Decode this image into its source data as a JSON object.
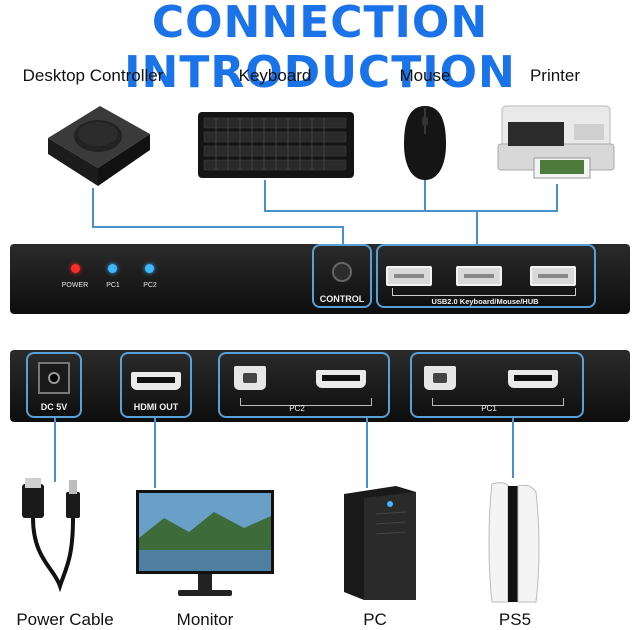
{
  "title": "CONNECTION INTRODUCTION",
  "devices_top": {
    "desktop_controller": "Desktop Controller",
    "keyboard": "Keyboard",
    "mouse": "Mouse",
    "printer": "Printer"
  },
  "front_panel": {
    "power": "POWER",
    "pc1": "PC1",
    "pc2": "PC2",
    "control": "CONTROL",
    "usb_label": "USB2.0 Keyboard/Mouse/HUB"
  },
  "back_panel": {
    "dc": "DC 5V",
    "hdmi_out": "HDMI OUT",
    "pc2": "PC2",
    "pc1": "PC1"
  },
  "devices_bottom": {
    "power_cable": "Power Cable",
    "monitor": "Monitor",
    "pc": "PC",
    "ps5": "PS5"
  },
  "colors": {
    "title": "#1a73e8",
    "line": "#4a90d0",
    "led_power": "#ff2a2a",
    "led_pc": "#3fb8ff"
  }
}
